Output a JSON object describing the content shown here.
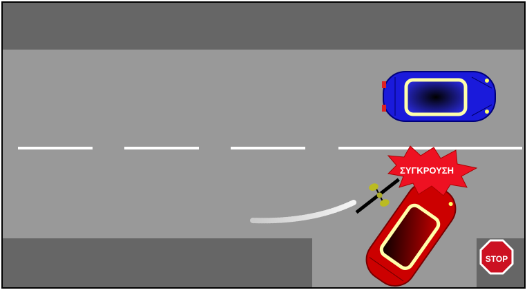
{
  "scene": {
    "crash_label": "ΣΥΓΚΡΟΥΣΗ",
    "stop_sign_label": "STOP",
    "vehicles": [
      "blue-car",
      "red-car",
      "motorcycle"
    ],
    "colors": {
      "road": "#999999",
      "sidewalk": "#666666",
      "lane_marking": "#ffffff",
      "blue_car": "#1a1adb",
      "red_car": "#cc0000",
      "crash_burst": "#ee1122",
      "stop_sign": "#cc1122",
      "windshield_trim": "#ffffaa"
    }
  }
}
